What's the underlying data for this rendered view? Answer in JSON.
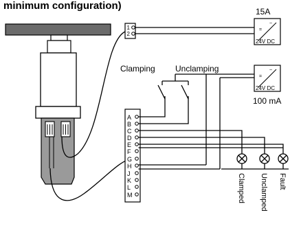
{
  "title": "minimum configuration)",
  "power_supplies": [
    {
      "rating": "15A",
      "label": "24V DC",
      "sym_ac": "~",
      "sym_dc": "="
    },
    {
      "rating": "100 mA",
      "label": "24V DC",
      "sym_ac": "~",
      "sym_dc": "="
    }
  ],
  "small_terminal": {
    "pins": [
      "1",
      "2"
    ]
  },
  "switches": {
    "clamping": "Clamping",
    "unclamping": "Unclamping"
  },
  "connector": {
    "pins": [
      "A",
      "B",
      "C",
      "D",
      "E",
      "F",
      "G",
      "H",
      "J",
      "K",
      "L",
      "M"
    ]
  },
  "lamps": [
    {
      "label": "Clamped"
    },
    {
      "label": "Unclamped"
    },
    {
      "label": "Fault"
    }
  ]
}
